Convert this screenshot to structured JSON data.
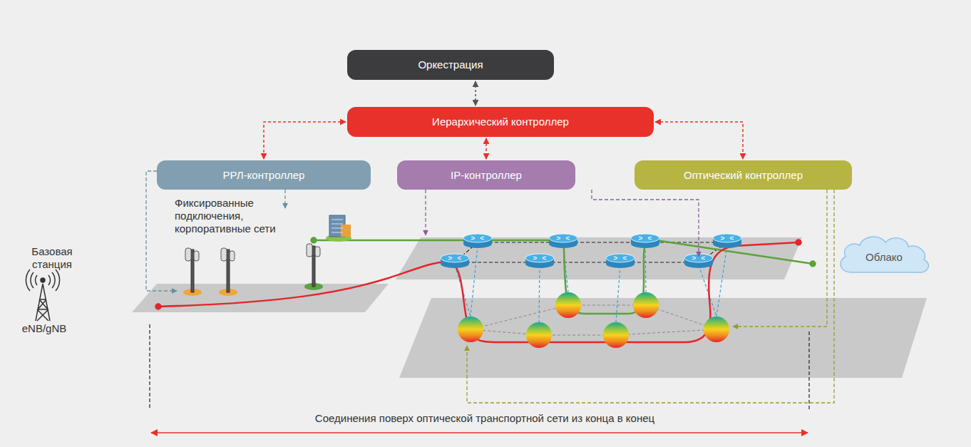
{
  "diagram": {
    "nodes": [
      {
        "text": [
          "Оркестрация"
        ]
      },
      {
        "text": [
          "Иерархический контроллер"
        ]
      },
      {
        "text": [
          "РРЛ-контроллер"
        ]
      },
      {
        "text": [
          "IP-контроллер"
        ]
      },
      {
        "text": [
          "Оптический контроллер"
        ]
      },
      {
        "text": [
          "Облако"
        ]
      }
    ],
    "edges": [
      {
        "from": 0,
        "to": 1,
        "arrow": "both"
      },
      {
        "from": 1,
        "to": 2,
        "arrow": "both"
      },
      {
        "from": 1,
        "to": 3,
        "arrow": "both"
      },
      {
        "from": 1,
        "to": 4,
        "arrow": "both"
      }
    ],
    "labels": [
      "Фиксированные подключения, корпоративные сети",
      "Базовая станция",
      "eNB/gNB",
      "Соединения поверх оптической транспортной сети из конца в конец"
    ]
  }
}
